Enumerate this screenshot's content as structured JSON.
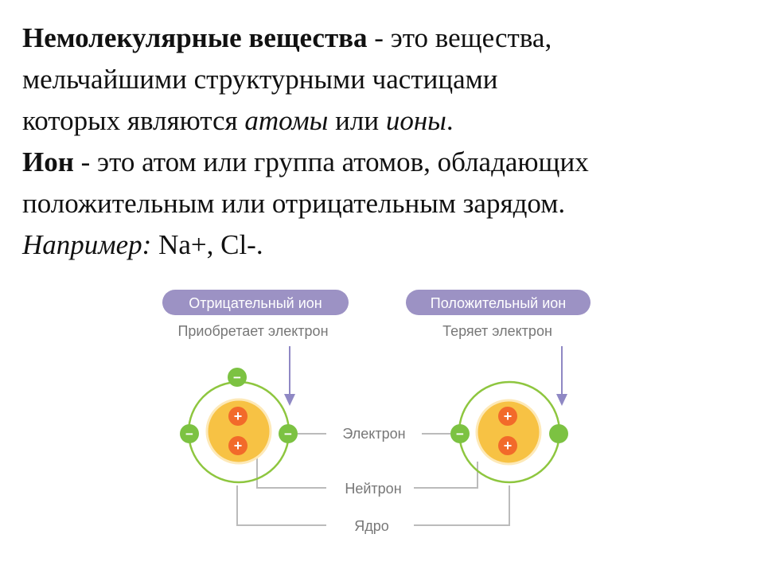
{
  "definition": {
    "term": "Немолекулярные вещества",
    "sep": " - ",
    "text1": "это вещества,",
    "text2": "мельчайшими структурными частицами",
    "text3": "которых являются ",
    "atoms": "атомы",
    "or": " или ",
    "ions": "ионы",
    "period": "."
  },
  "ion_def": {
    "term": "Ион",
    "sep": " - ",
    "text1": "это атом или группа атомов, обладающих",
    "text2": "положительным или отрицательным зарядом."
  },
  "example": {
    "label": "Например:",
    "value": " Na+, Cl-."
  },
  "diagram": {
    "negative_title": "Отрицательный ион",
    "negative_sub": "Приобретает электрон",
    "positive_title": "Положительный ион",
    "positive_sub": "Теряет электрон",
    "electron_label": "Электрон",
    "neutron_label": "Нейтрон",
    "nucleus_label": "Ядро",
    "plus_sign": "+",
    "minus_sign": "−",
    "colors": {
      "pill": "#9c92c4",
      "orbit": "#8ec63f",
      "electron": "#7cc242",
      "nucleus": "#f7c244",
      "proton": "#f26a2a",
      "arrow": "#8f88c4",
      "leader": "#bbbbbb",
      "label_text": "#777777"
    }
  }
}
